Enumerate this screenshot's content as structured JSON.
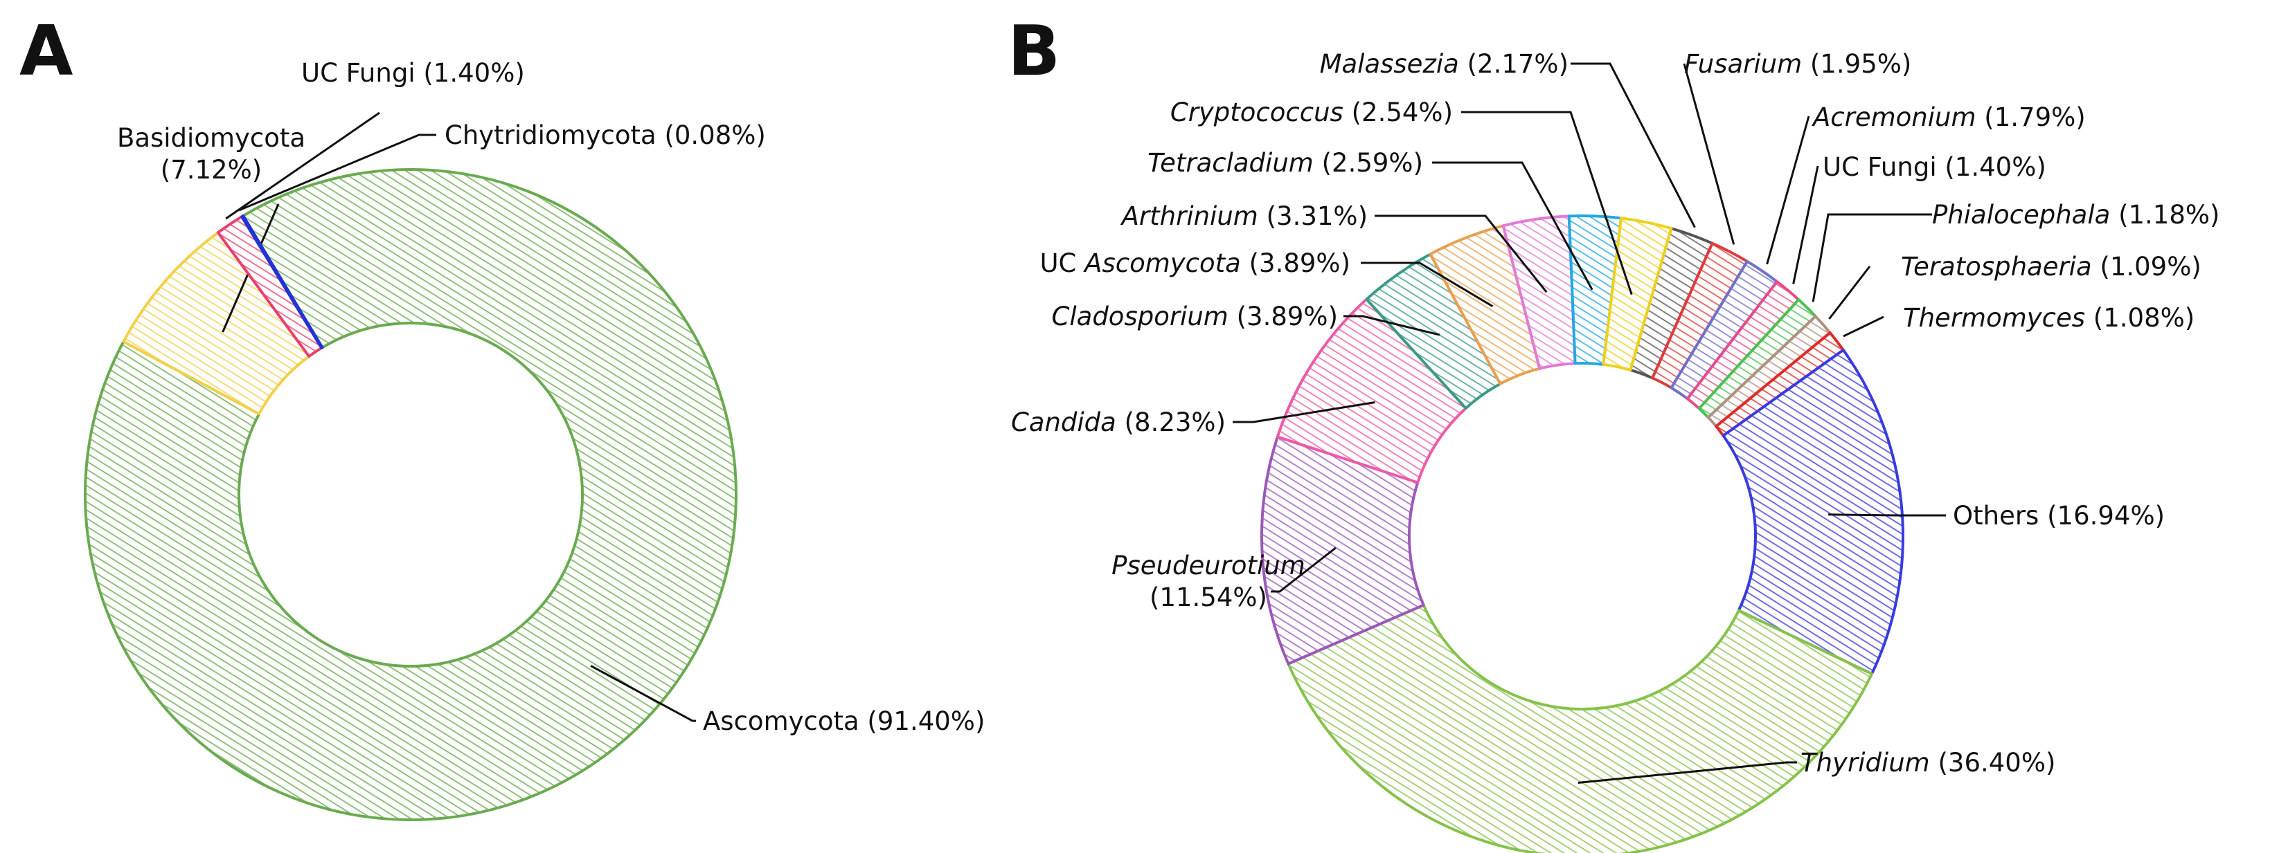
{
  "chart_data": [
    {
      "type": "pie",
      "panel": "A",
      "donut": true,
      "slices": [
        {
          "label": "Ascomycota",
          "value": 91.4,
          "pct_text": "(91.40%)",
          "italic": false,
          "color": "#6aaa50"
        },
        {
          "label": "Basidiomycota",
          "value": 7.12,
          "pct_text": "(7.12%)",
          "italic": false,
          "color": "#f2d04a"
        },
        {
          "label": "UC Fungi",
          "value": 1.4,
          "pct_text": "(1.40%)",
          "italic": false,
          "color": "#e8406e"
        },
        {
          "label": "Chytridiomycota",
          "value": 0.08,
          "pct_text": "(0.08%)",
          "italic": false,
          "color": "#2233d6"
        }
      ]
    },
    {
      "type": "pie",
      "panel": "B",
      "donut": true,
      "slices": [
        {
          "prefix": "",
          "label": "Malassezia",
          "value": 2.17,
          "pct_text": "(2.17%)",
          "italic": true,
          "color": "#555555"
        },
        {
          "prefix": "",
          "label": "Fusarium",
          "value": 1.95,
          "pct_text": "(1.95%)",
          "italic": true,
          "color": "#e03b3b"
        },
        {
          "prefix": "",
          "label": "Acremonium",
          "value": 1.79,
          "pct_text": "(1.79%)",
          "italic": true,
          "color": "#7070c8"
        },
        {
          "prefix": "",
          "label": "UC Fungi",
          "value": 1.4,
          "pct_text": "(1.40%)",
          "italic": false,
          "color": "#e84a8a"
        },
        {
          "prefix": "",
          "label": "Phialocephala",
          "value": 1.18,
          "pct_text": "(1.18%)",
          "italic": true,
          "color": "#4cc050"
        },
        {
          "prefix": "",
          "label": "Teratosphaeria",
          "value": 1.09,
          "pct_text": "(1.09%)",
          "italic": true,
          "color": "#b09080"
        },
        {
          "prefix": "",
          "label": "Thermomyces",
          "value": 1.08,
          "pct_text": "(1.08%)",
          "italic": true,
          "color": "#e02a2a"
        },
        {
          "prefix": "",
          "label": "Others",
          "value": 16.94,
          "pct_text": "(16.94%)",
          "italic": false,
          "color": "#3a3ae0"
        },
        {
          "prefix": "",
          "label": "Thyridium",
          "value": 36.4,
          "pct_text": "(36.40%)",
          "italic": true,
          "color": "#86c24a"
        },
        {
          "prefix": "",
          "label": "Pseudeurotium",
          "value": 11.54,
          "pct_text": "(11.54%)",
          "italic": true,
          "color": "#9a58b8"
        },
        {
          "prefix": "",
          "label": "Candida",
          "value": 8.23,
          "pct_text": "(8.23%)",
          "italic": true,
          "color": "#ec5aa8"
        },
        {
          "prefix": "",
          "label": "Cladosporium",
          "value": 3.89,
          "pct_text": "(3.89%)",
          "italic": true,
          "color": "#3a9a88"
        },
        {
          "prefix": "UC ",
          "label": "Ascomycota",
          "value": 3.89,
          "pct_text": "(3.89%)",
          "italic": true,
          "color": "#e8a050"
        },
        {
          "prefix": "",
          "label": "Arthrinium",
          "value": 3.31,
          "pct_text": "(3.31%)",
          "italic": true,
          "color": "#e27ad6"
        },
        {
          "prefix": "",
          "label": "Tetracladium",
          "value": 2.59,
          "pct_text": "(2.59%)",
          "italic": true,
          "color": "#22a8e0"
        },
        {
          "prefix": "",
          "label": "Cryptococcus",
          "value": 2.54,
          "pct_text": "(2.54%)",
          "italic": true,
          "color": "#eed020"
        }
      ]
    }
  ],
  "panels": {
    "a_letter": "A",
    "b_letter": "B"
  }
}
